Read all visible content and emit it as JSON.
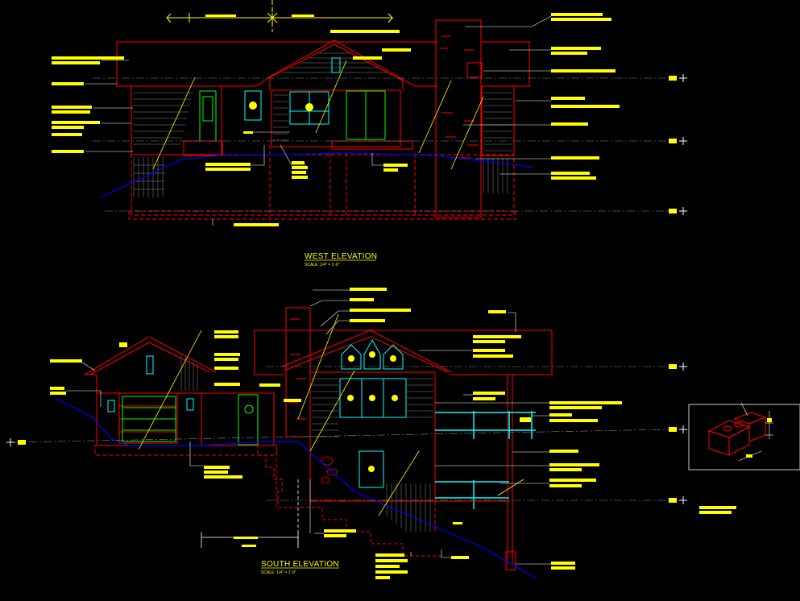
{
  "drawings": {
    "west": {
      "title": "WEST ELEVATION",
      "scale": "SCALE: 1/4\" = 1'-0\""
    },
    "south": {
      "title": "SOUTH ELEVATION",
      "scale": "SCALE: 1/4\" = 1'-0\""
    }
  },
  "colors": {
    "background": "#000000",
    "outline": "#ff0000",
    "annotation": "#ffff00",
    "window_glass": "#00ffff",
    "door": "#00ff00",
    "grade": "#0000ff",
    "hatch": "#888888"
  }
}
